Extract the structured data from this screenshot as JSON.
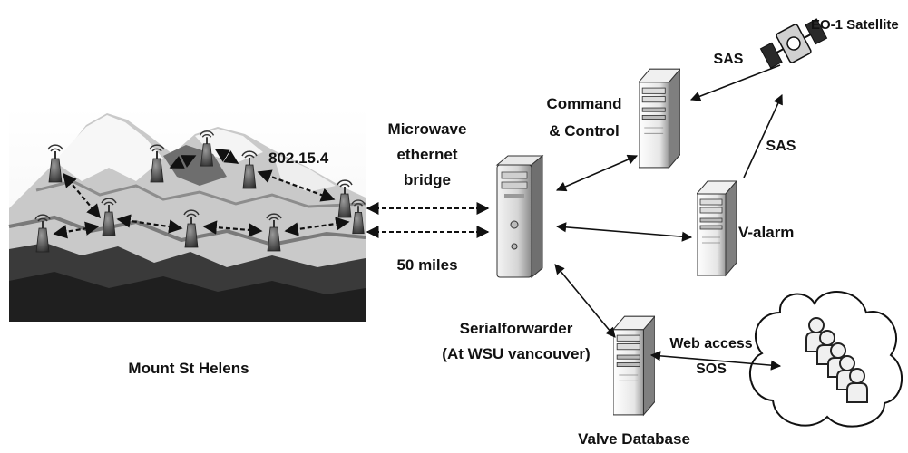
{
  "labels": {
    "mountain": "Mount St Helens",
    "protocol": "802.15.4",
    "bridge_line1": "Microwave",
    "bridge_line2": "ethernet",
    "bridge_line3": "bridge",
    "distance": "50 miles",
    "command_line1": "Command",
    "command_line2": "& Control",
    "satellite": "EO-1 Satellite",
    "sas_top": "SAS",
    "sas_right": "SAS",
    "valarm": "V-alarm",
    "forwarder_line1": "Serialforwarder",
    "forwarder_line2": "(At WSU vancouver)",
    "web_line1": "Web access",
    "web_line2": "SOS",
    "database": "Valve Database"
  },
  "icons": {
    "sensor": "sensor-node-icon",
    "server": "server-tower-icon",
    "satellite": "satellite-icon",
    "users": "user-group-icon",
    "cloud": "cloud-icon"
  }
}
